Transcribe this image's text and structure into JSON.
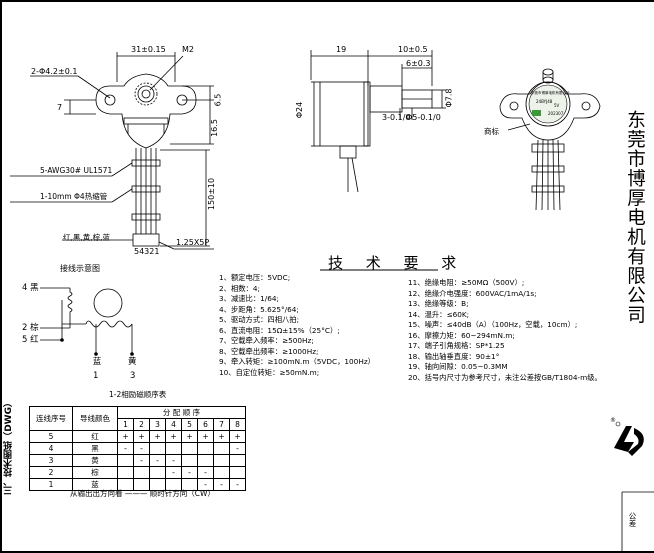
{
  "section_title": "三、技术图纸（DWG）",
  "company": "东莞市博厚电机有限公司",
  "front_view": {
    "dims": {
      "width": "31±0.15",
      "screw": "M2",
      "holes": "2-Φ4.2±0.1",
      "left_offset": "7",
      "shaft_top": "6.5",
      "body_to_hole": "16.5",
      "lead_length": "150±10",
      "connector": "1.25X5P",
      "connector_pins": "54321"
    },
    "labels": {
      "wire": "5-AWG30# UL1571",
      "sleeve": "1-10mm  Φ4热缩管",
      "colors": "红,黑,黄,棕,蓝"
    }
  },
  "side_view": {
    "dims": {
      "body_depth": "19",
      "shaft_len": "10±0.5",
      "shaft_step": "6±0.3",
      "diameter": "Φ24",
      "shaft_dia_flat": "3-0.1/0",
      "shaft_dia": "Φ5-0.1/0",
      "flat_height": "Φ7.8"
    }
  },
  "iso_view": {
    "label_tag": "商标",
    "nameplate": "东莞市博厚电机有限公司",
    "model": "24BYJ48",
    "voltage": "5V",
    "date_code": "202307"
  },
  "wiring": {
    "title": "接线示意图",
    "leads": [
      {
        "num": "4",
        "color": "黑"
      },
      {
        "num": "2",
        "color": "棕"
      },
      {
        "num": "5",
        "color": "红"
      },
      {
        "num": "1",
        "color": "蓝"
      },
      {
        "num": "3",
        "color": "黄"
      }
    ],
    "caption": "1-2相励磁顺序表"
  },
  "tech_req_title": "技 术 要 求",
  "tech_req_left": [
    "1、额定电压：5VDC;",
    "2、相数：4;",
    "3、减速比：1/64;",
    "4、步距角：5.625°/64;",
    "5、驱动方式：四相八拍;",
    "6、直流电阻：15Ω±15%（25°C）;",
    "7、空载牵入频率：≥500Hz;",
    "8、空载牵出频率：≥1000Hz;",
    "9、牵入转矩：≥100mN.m（5VDC，100Hz）",
    "10、自定位转矩：≥50mN.m;"
  ],
  "tech_req_right": [
    "11、绝缘电阻：≥50MΩ（500V）;",
    "12、绝缘介电强度：600VAC/1mA/1s;",
    "13、绝缘等级：B;",
    "14、温升：≤60K;",
    "15、噪声：≤40dB（A）（100Hz，空载，10cm）;",
    "16、摩擦力矩：60~294mN.m;",
    "17、端子引角规格：SP*1.25",
    "18、输出轴垂直度：90±1°",
    "19、轴向间隙：0.05~0.3MM",
    "20、括号内尺寸为参考尺寸，未注公差按GB/T1804-m级。"
  ],
  "sequence_table": {
    "col_lead": "连线序号",
    "col_color": "导线颜色",
    "col_seq": "分 配 顺 序",
    "steps": [
      "1",
      "2",
      "3",
      "4",
      "5",
      "6",
      "7",
      "8"
    ],
    "rows": [
      {
        "num": "5",
        "color": "红",
        "cells": [
          "+",
          "+",
          "+",
          "+",
          "+",
          "+",
          "+",
          "+"
        ]
      },
      {
        "num": "4",
        "color": "黑",
        "cells": [
          "-",
          "-",
          "",
          "",
          "",
          "",
          "",
          "-"
        ]
      },
      {
        "num": "3",
        "color": "黄",
        "cells": [
          "",
          "-",
          "-",
          "-",
          "",
          "",
          "",
          ""
        ]
      },
      {
        "num": "2",
        "color": "棕",
        "cells": [
          "",
          "",
          "",
          "-",
          "-",
          "-",
          "",
          ""
        ]
      },
      {
        "num": "1",
        "color": "蓝",
        "cells": [
          "",
          "",
          "",
          "",
          "",
          "-",
          "-",
          "-"
        ]
      }
    ]
  },
  "direction_note": "从输出出方向看 ——— 顺时针方向（CW）",
  "gongcha": "公差"
}
